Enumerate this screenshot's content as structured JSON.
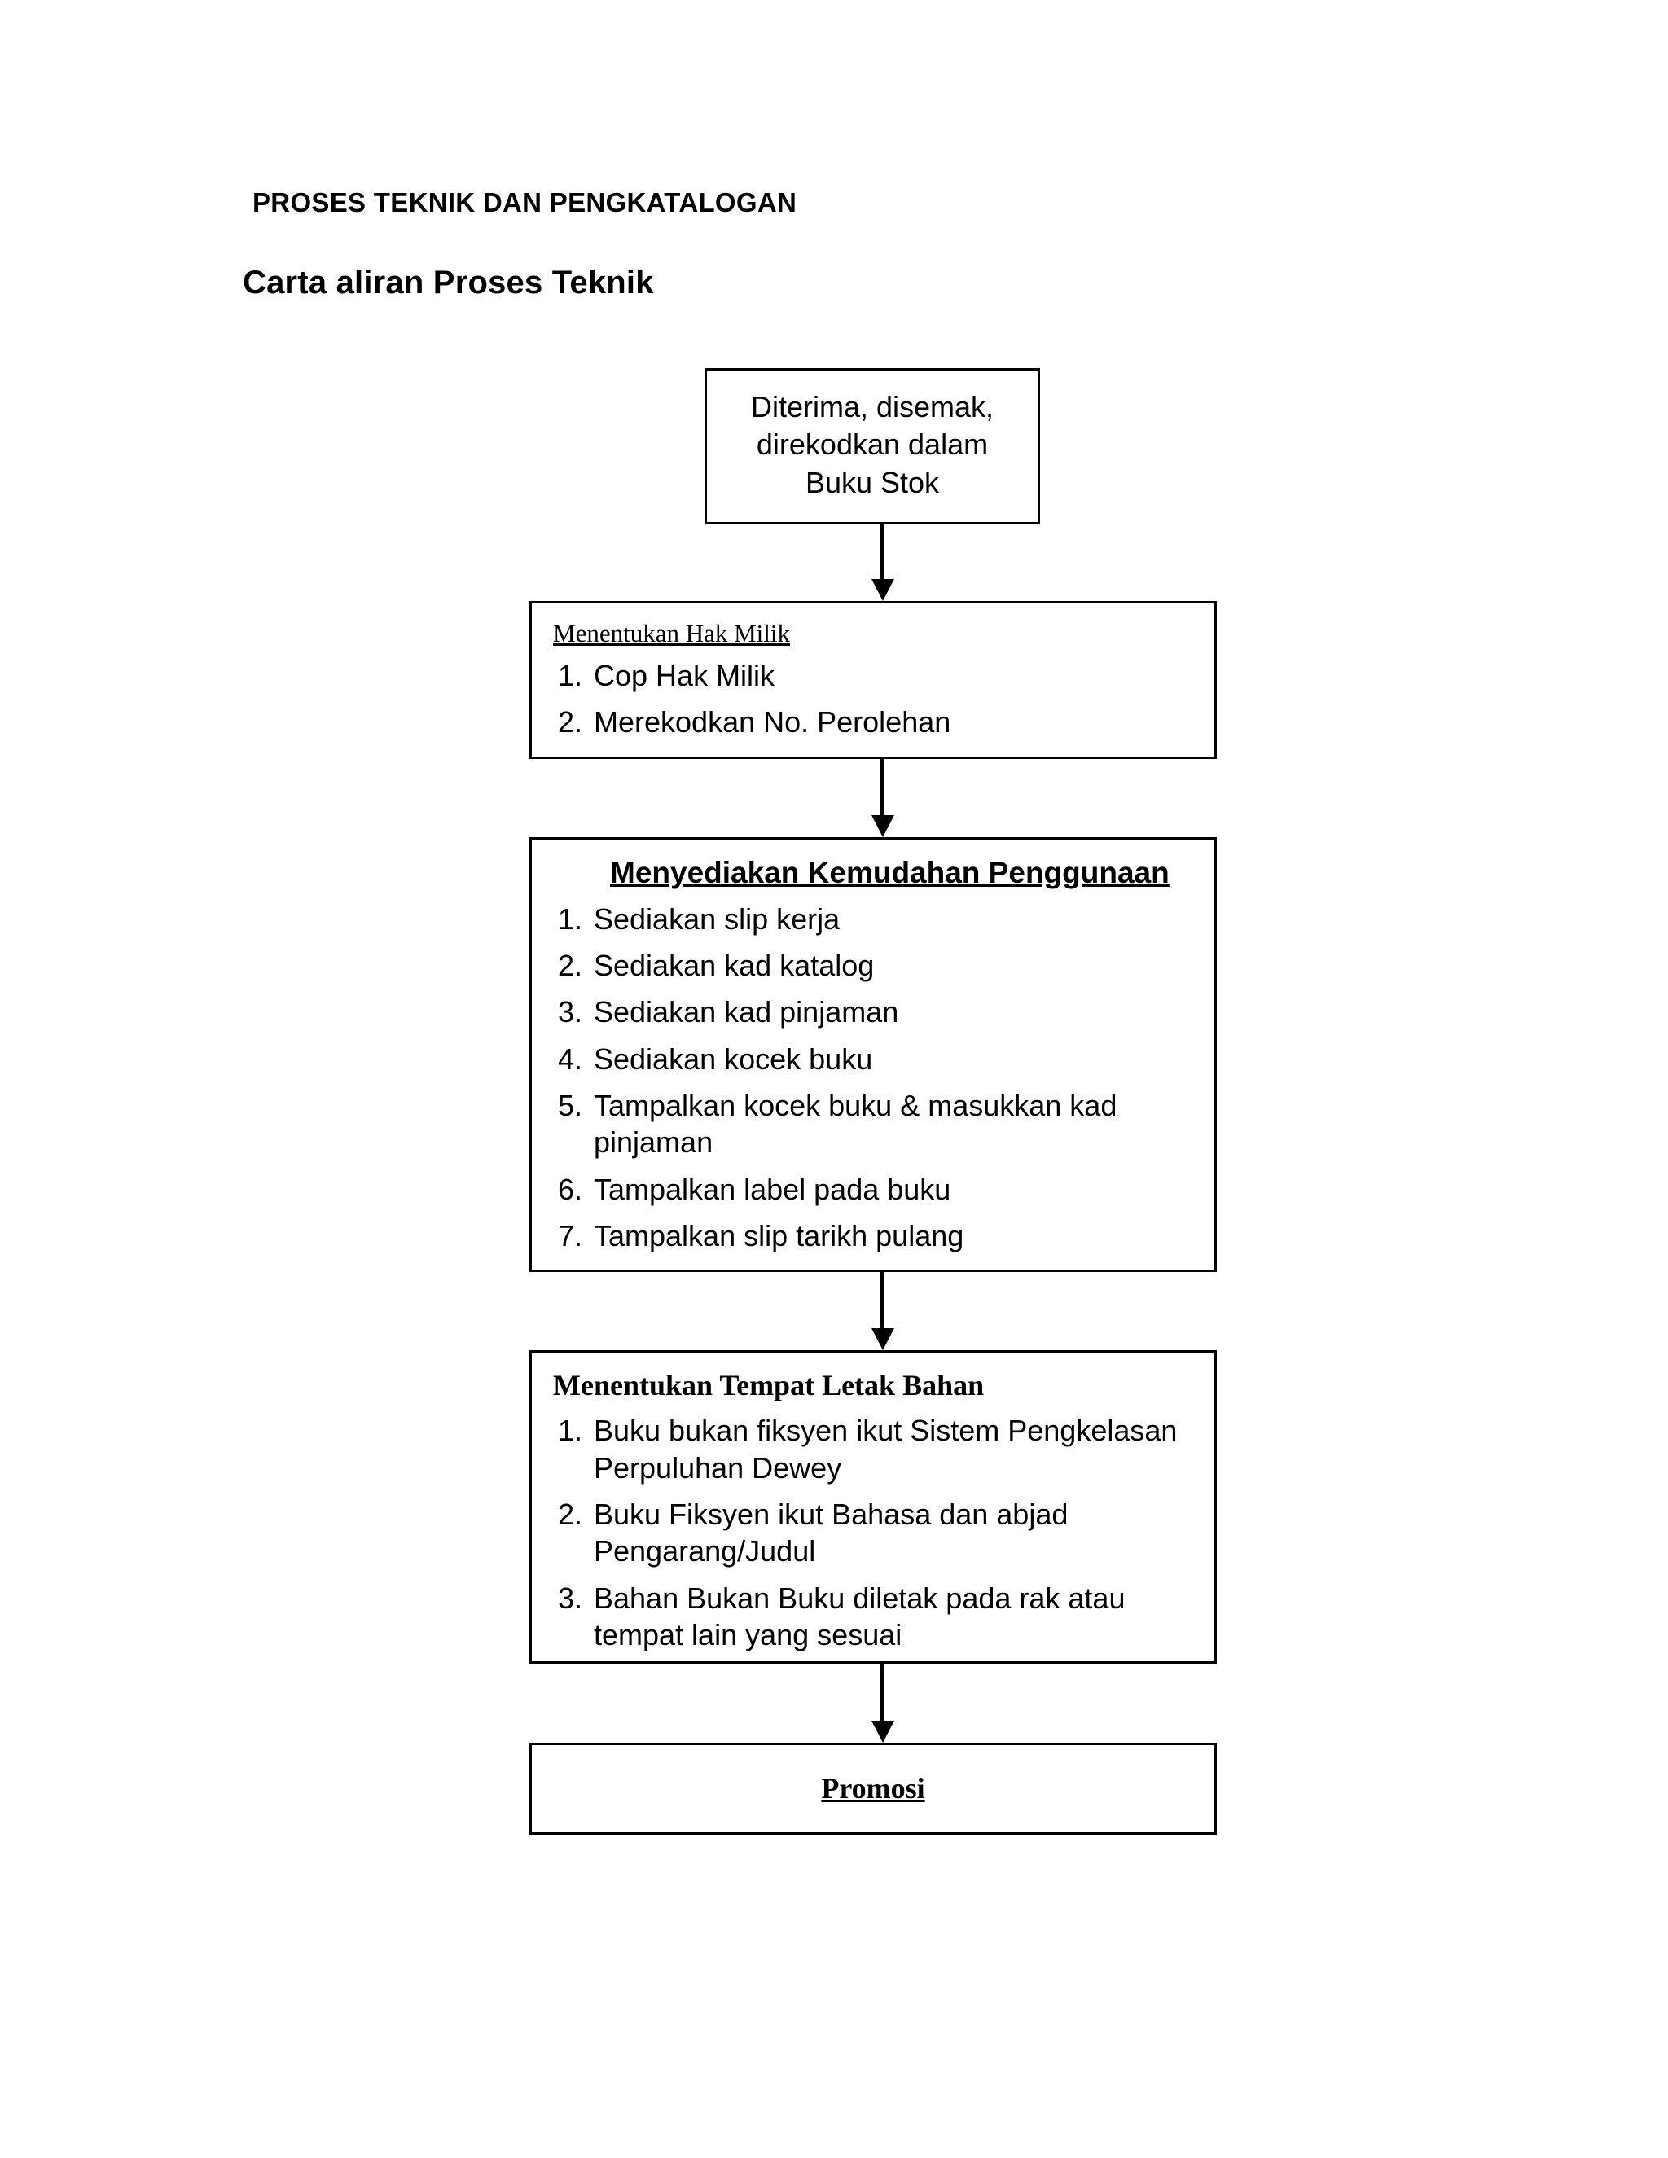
{
  "document": {
    "title": "PROSES TEKNIK DAN PENGKATALOGAN",
    "subtitle": "Carta aliran Proses Teknik"
  },
  "flowchart": {
    "type": "flowchart",
    "orientation": "top-to-bottom",
    "nodes": [
      {
        "id": "terminal",
        "text": "Diterima, disemak,\ndirekodkan dalam\nBuku Stok",
        "heading": null,
        "items": []
      },
      {
        "id": "hak-milik",
        "heading": "Menentukan Hak Milik",
        "heading_style": "serif-underline",
        "items": [
          {
            "num": "1.",
            "text": "Cop Hak Milik"
          },
          {
            "num": "2.",
            "text": "Merekodkan No. Perolehan"
          }
        ]
      },
      {
        "id": "kemudahan",
        "heading": "Menyediakan Kemudahan Penggunaan",
        "heading_style": "sans-bold-underline",
        "items": [
          {
            "num": "1.",
            "text": "Sediakan slip kerja"
          },
          {
            "num": "2.",
            "text": "Sediakan kad katalog"
          },
          {
            "num": "3.",
            "text": "Sediakan kad pinjaman"
          },
          {
            "num": "4.",
            "text": "Sediakan kocek buku"
          },
          {
            "num": "5.",
            "text": "Tampalkan kocek buku & masukkan kad pinjaman"
          },
          {
            "num": "6.",
            "text": "Tampalkan label pada buku"
          },
          {
            "num": "7.",
            "text": "Tampalkan slip tarikh pulang"
          }
        ]
      },
      {
        "id": "tempat-letak",
        "heading": "Menentukan Tempat Letak Bahan",
        "heading_style": "serif-bold",
        "items": [
          {
            "num": "1.",
            "text": "Buku bukan fiksyen ikut Sistem Pengkelasan Perpuluhan Dewey"
          },
          {
            "num": "2.",
            "text": "Buku Fiksyen ikut Bahasa dan abjad Pengarang/Judul"
          },
          {
            "num": "3.",
            "text": "Bahan Bukan Buku diletak pada rak atau tempat lain yang sesuai"
          }
        ]
      },
      {
        "id": "promosi",
        "heading": "Promosi",
        "heading_style": "serif-bold-underline",
        "items": []
      }
    ],
    "connectors": [
      {
        "from": "terminal",
        "to": "hak-milik",
        "style": "arrow-down"
      },
      {
        "from": "hak-milik",
        "to": "kemudahan",
        "style": "arrow-down"
      },
      {
        "from": "kemudahan",
        "to": "tempat-letak",
        "style": "arrow-down"
      },
      {
        "from": "tempat-letak",
        "to": "promosi",
        "style": "arrow-down"
      }
    ]
  },
  "colors": {
    "background": "#ffffff",
    "ink": "#000000",
    "border": "#000000"
  }
}
